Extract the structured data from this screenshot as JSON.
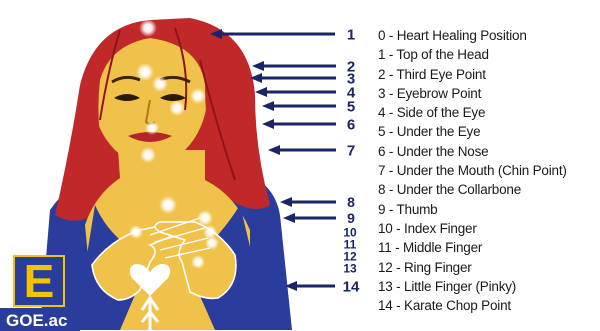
{
  "diagram": {
    "points": [
      {
        "n": "1",
        "label": "Top of the Head"
      },
      {
        "n": "2",
        "label": "Third Eye Point"
      },
      {
        "n": "3",
        "label": "Eyebrow Point"
      },
      {
        "n": "4",
        "label": "Side of the Eye"
      },
      {
        "n": "5",
        "label": "Under the Eye"
      },
      {
        "n": "6",
        "label": "Under the Nose"
      },
      {
        "n": "7",
        "label": "Under the Mouth (Chin Point)"
      },
      {
        "n": "8",
        "label": "Under the Collarbone"
      },
      {
        "n": "9",
        "label": "Thumb"
      },
      {
        "n": "10",
        "label": "Index Finger"
      },
      {
        "n": "11",
        "label": "Middle Finger"
      },
      {
        "n": "12",
        "label": "Ring Finger"
      },
      {
        "n": "13",
        "label": "Little Finger (Pinky)"
      },
      {
        "n": "14",
        "label": "Karate Chop Point"
      }
    ],
    "legend": [
      "0 - Heart Healing Position",
      "1 - Top of the Head",
      "2 - Third Eye Point",
      "3 - Eyebrow Point",
      "4 - Side of the Eye",
      "5 - Under the Eye",
      "6 - Under the Nose",
      "7 - Under the Mouth (Chin Point)",
      "8 - Under the Collarbone",
      "9 - Thumb",
      "10 - Index Finger",
      "11 - Middle Finger",
      "12 - Ring Finger",
      "13 - Little Finger (Pinky)",
      "14 - Karate Chop Point"
    ]
  },
  "logo": {
    "letter": "E",
    "text": "GOE.ac"
  },
  "colors": {
    "hair": "#c0282a",
    "hair_dark": "#8e1618",
    "skin": "#f0c24a",
    "skin_shadow": "#d9a32e",
    "shirt": "#2a3d9c",
    "arrow": "#1a2466",
    "logo_bg": "#2a3d9c",
    "logo_letter": "#f5c400"
  }
}
